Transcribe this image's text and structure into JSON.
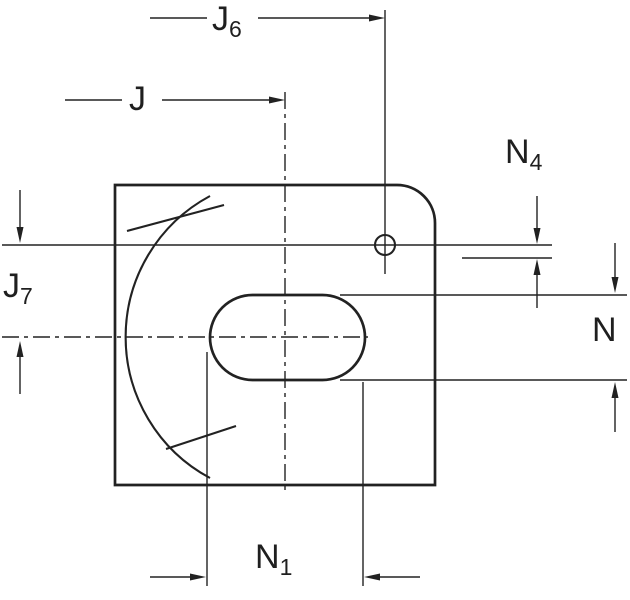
{
  "colors": {
    "ink": "#222222",
    "background": "#ffffff"
  },
  "dimensions": {
    "j6": {
      "label": "J",
      "subscript": "6"
    },
    "j": {
      "label": "J",
      "subscript": ""
    },
    "j7": {
      "label": "J",
      "subscript": "7"
    },
    "n4": {
      "label": "N",
      "subscript": "4"
    },
    "n": {
      "label": "N",
      "subscript": ""
    },
    "n1": {
      "label": "N",
      "subscript": "1"
    }
  }
}
